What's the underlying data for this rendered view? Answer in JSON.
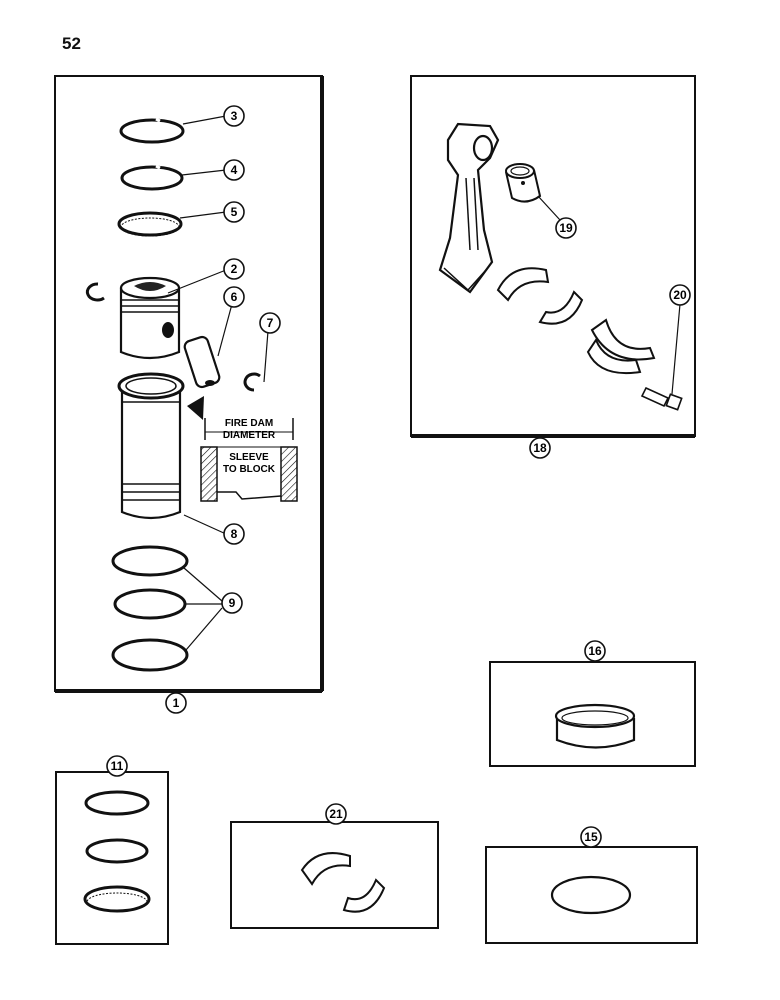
{
  "page_number": "52",
  "callouts": {
    "c1": "1",
    "c2": "2",
    "c3": "3",
    "c4": "4",
    "c5": "5",
    "c6": "6",
    "c7": "7",
    "c8": "8",
    "c9": "9",
    "c11": "11",
    "c15": "15",
    "c16": "16",
    "c18": "18",
    "c19": "19",
    "c20": "20",
    "c21": "21"
  },
  "sleeve_diagram": {
    "line1": "FIRE DAM",
    "line2": "DIAMETER",
    "line3": "SLEEVE",
    "line4": "TO BLOCK"
  }
}
